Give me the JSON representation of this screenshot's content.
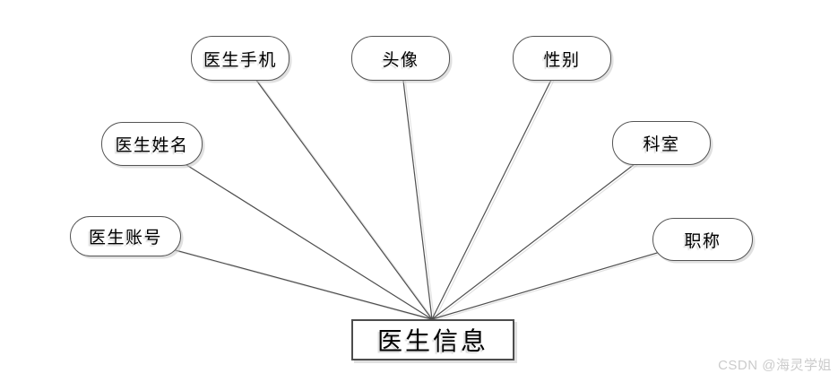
{
  "diagram": {
    "type": "er-diagram",
    "entity": {
      "label": "医生信息"
    },
    "attributes": [
      {
        "name": "doctor-phone",
        "label": "医生手机"
      },
      {
        "name": "avatar",
        "label": "头像"
      },
      {
        "name": "gender",
        "label": "性别"
      },
      {
        "name": "doctor-name",
        "label": "医生姓名"
      },
      {
        "name": "department",
        "label": "科室"
      },
      {
        "name": "doctor-account",
        "label": "医生账号"
      },
      {
        "name": "job-title",
        "label": "职称"
      }
    ]
  },
  "watermark": {
    "text": "CSDN @海灵学姐"
  },
  "colors": {
    "background": "#ffffff",
    "shape_border": "#545454",
    "entity_border": "#4c4c4c",
    "connector": "#4f4f4f",
    "shadow": "#c6c6c6",
    "text": "#000000",
    "watermark": "#cbcbcb"
  }
}
